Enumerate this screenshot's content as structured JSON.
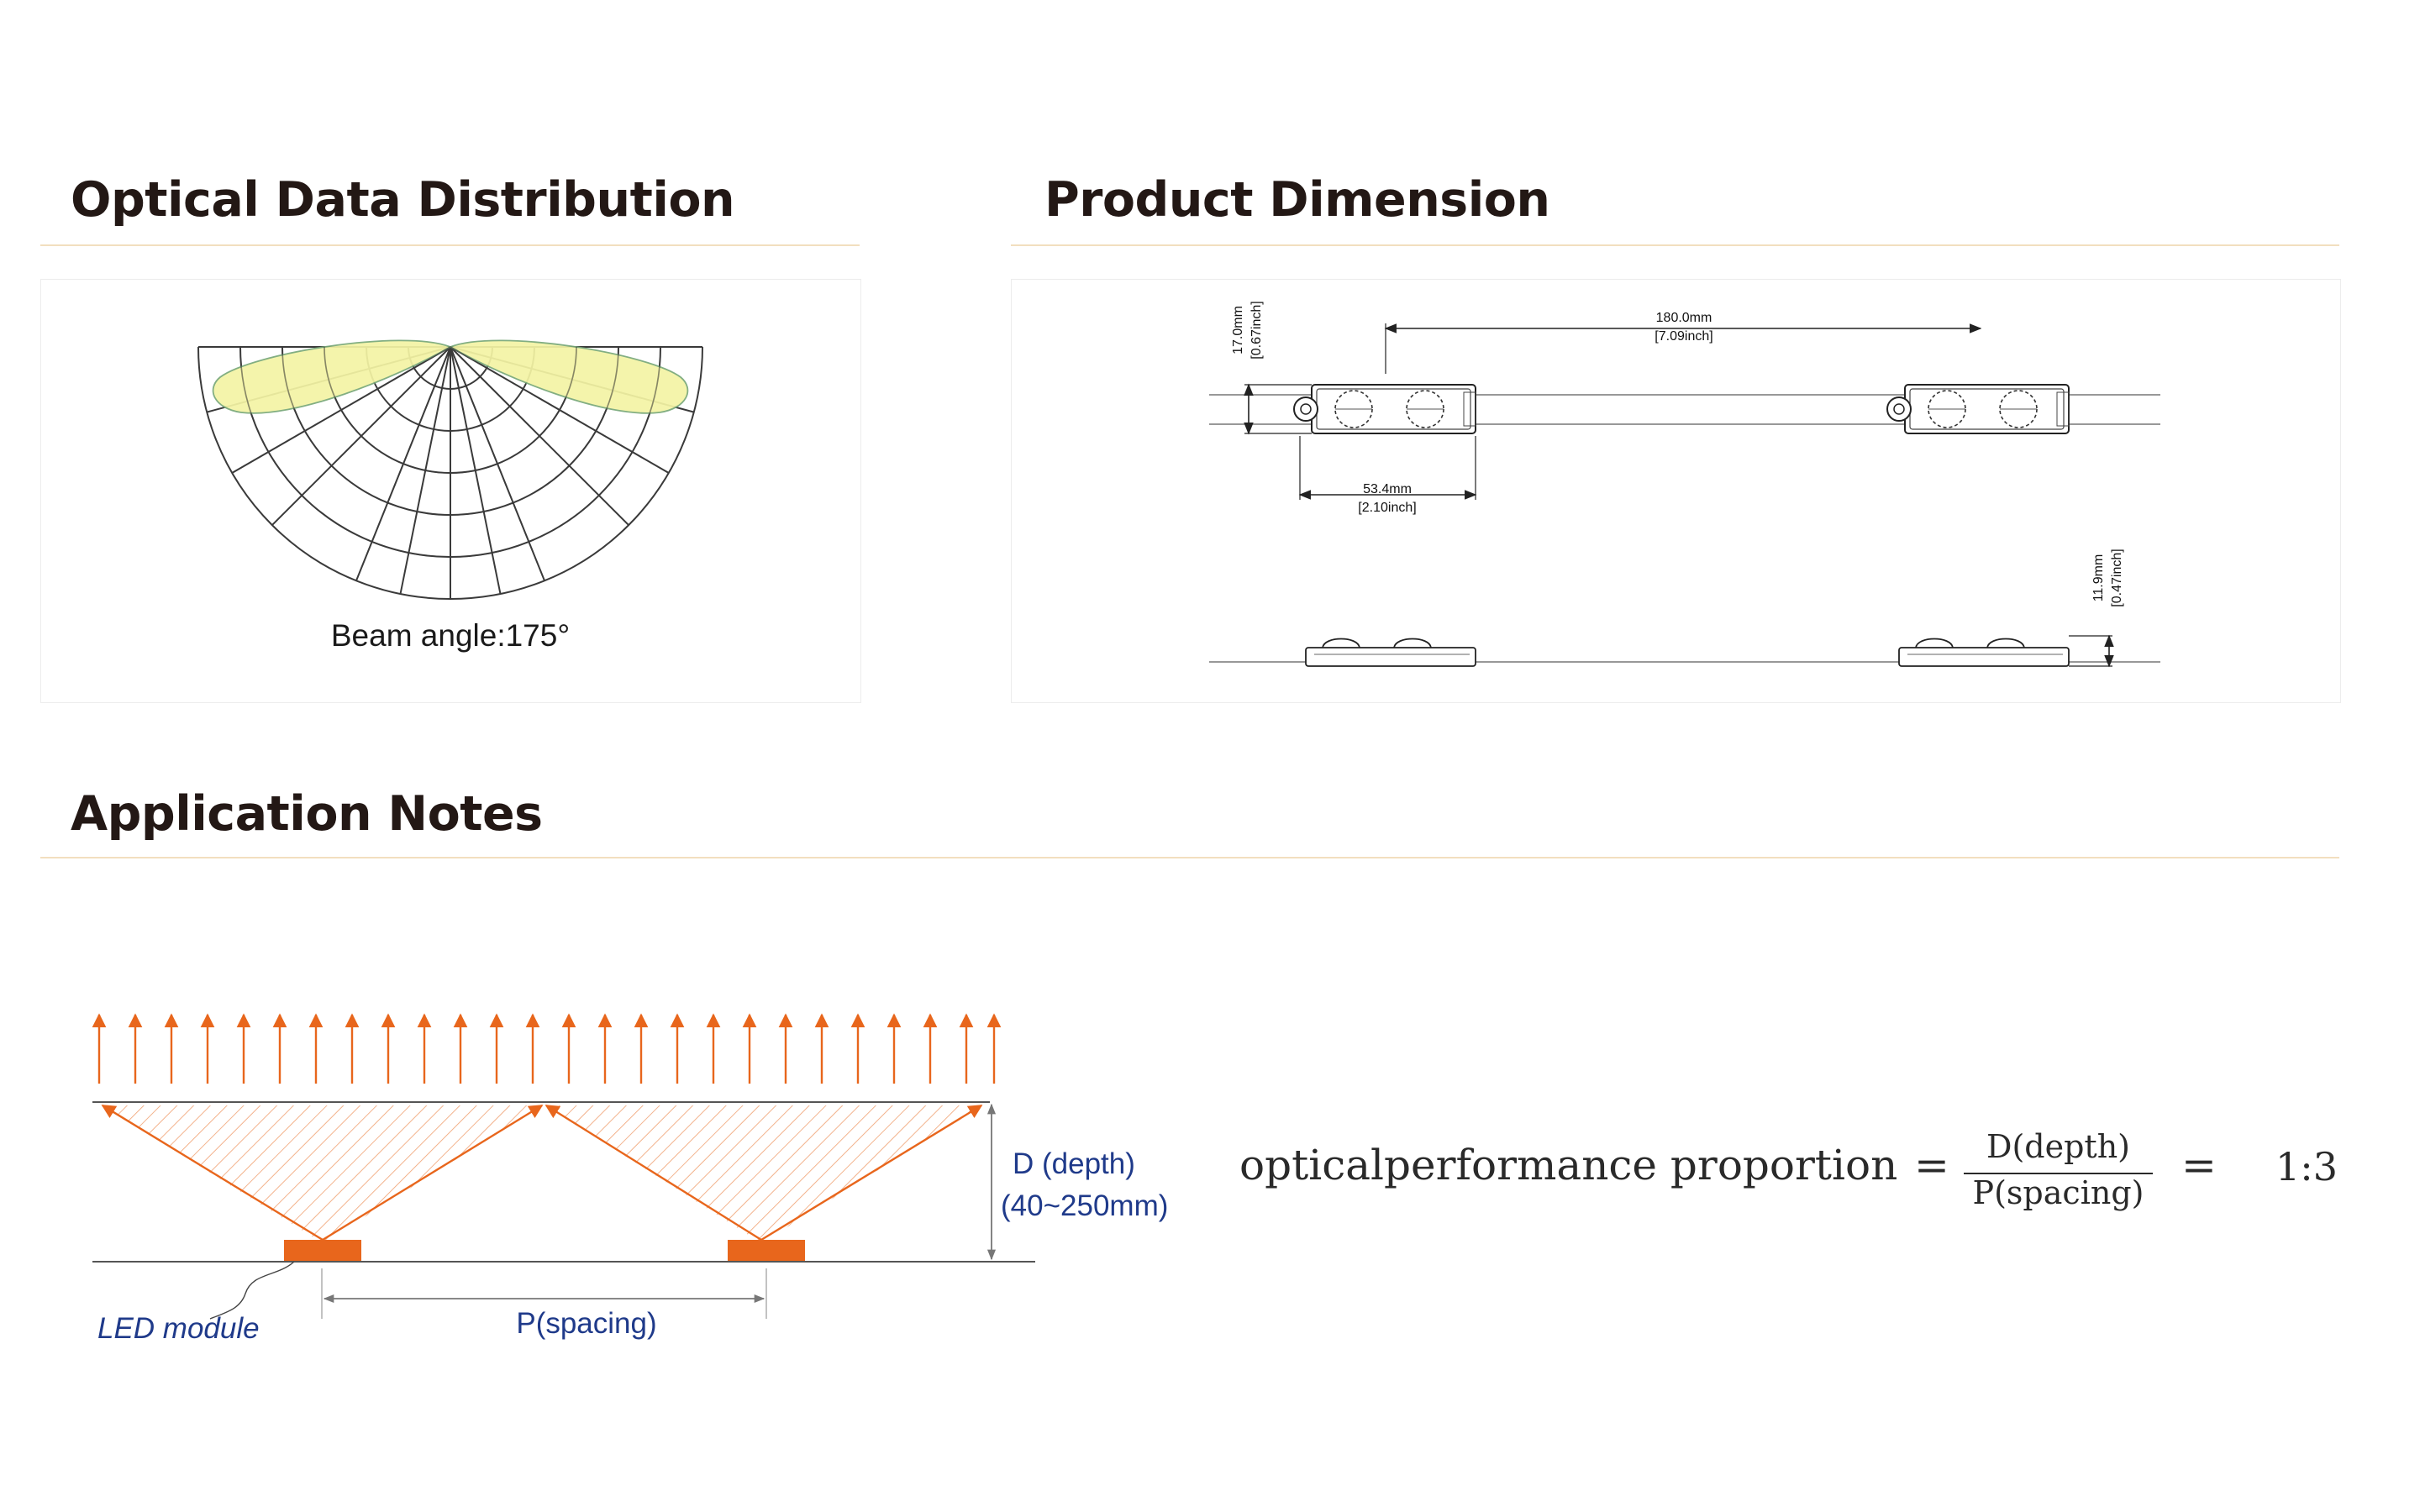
{
  "optical": {
    "title": "Optical Data Distribution",
    "beam_label": "Beam angle:175°"
  },
  "dimension": {
    "title": "Product Dimension",
    "pitch_mm": "180.0mm",
    "pitch_in": "[7.09inch]",
    "width_mm": "53.4mm",
    "width_in": "[2.10inch]",
    "height_mm": "17.0mm",
    "height_in": "[0.67inch]",
    "thick_mm": "11.9mm",
    "thick_in": "[0.47inch]"
  },
  "application": {
    "title": "Application Notes",
    "depth_label": "D (depth)",
    "depth_range": "(40~250mm)",
    "spacing_label": "P(spacing)",
    "led_label": "LED module",
    "formula_left": "opticalperformance proportion",
    "formula_eq": "=",
    "formula_num": "D(depth)",
    "formula_den": "P(spacing)",
    "formula_eq2": "=",
    "formula_ratio": "1:3"
  },
  "colors": {
    "orange": "#e8661c",
    "beam_fill": "#f4f4a4",
    "rule": "#f2dfbf",
    "navy": "#1f3a8a"
  }
}
